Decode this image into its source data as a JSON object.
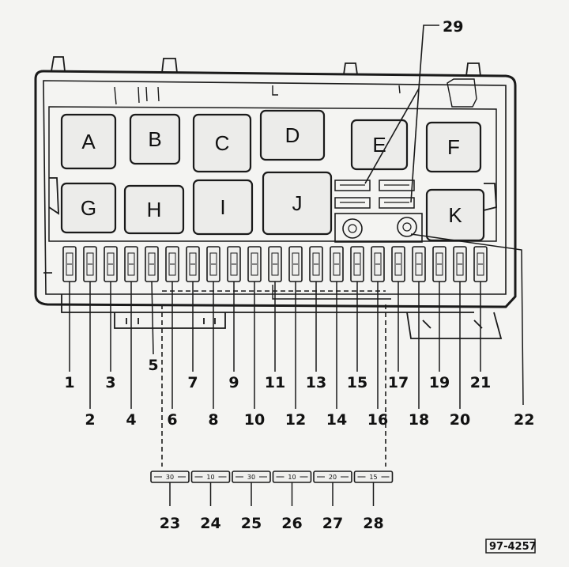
{
  "relays": [
    {
      "id": "A",
      "label": "A"
    },
    {
      "id": "B",
      "label": "B"
    },
    {
      "id": "C",
      "label": "C"
    },
    {
      "id": "D",
      "label": "D"
    },
    {
      "id": "E",
      "label": "E"
    },
    {
      "id": "F",
      "label": "F"
    },
    {
      "id": "G",
      "label": "G"
    },
    {
      "id": "H",
      "label": "H"
    },
    {
      "id": "I",
      "label": "I"
    },
    {
      "id": "J",
      "label": "J"
    },
    {
      "id": "K",
      "label": "K"
    }
  ],
  "fuse_callouts": [
    "1",
    "2",
    "3",
    "4",
    "5",
    "6",
    "7",
    "8",
    "9",
    "10",
    "11",
    "12",
    "13",
    "14",
    "15",
    "16",
    "17",
    "18",
    "19",
    "20",
    "21"
  ],
  "other_callouts": {
    "n22": "22",
    "n29": "29"
  },
  "spare_fuses": [
    {
      "number": "23",
      "value": "30"
    },
    {
      "number": "24",
      "value": "10"
    },
    {
      "number": "25",
      "value": "30"
    },
    {
      "number": "26",
      "value": "10"
    },
    {
      "number": "27",
      "value": "20"
    },
    {
      "number": "28",
      "value": "15"
    }
  ],
  "reference_code": "97-4257"
}
